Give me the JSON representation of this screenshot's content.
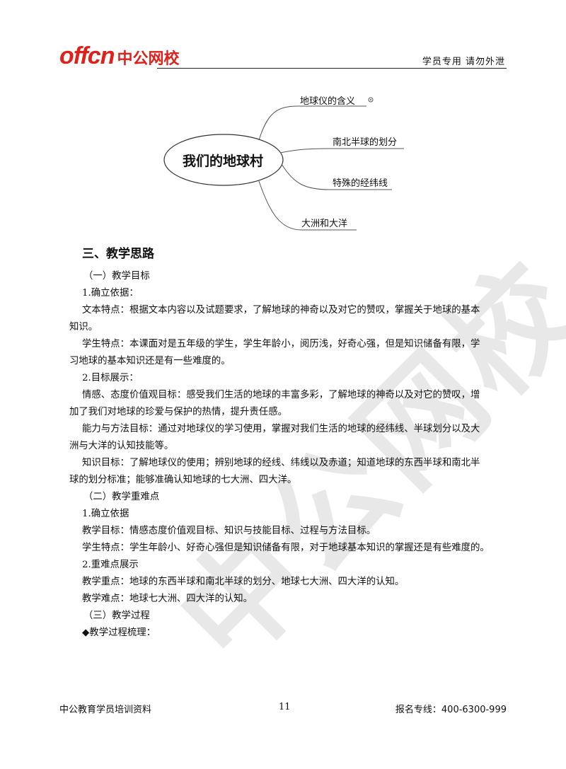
{
  "header": {
    "logo_en": "offcn",
    "logo_cn": "中公网校",
    "right_text": "学员专用  请勿外泄"
  },
  "mindmap": {
    "center": "我们的地球村",
    "branches": [
      "地球仪的含义",
      "南北半球的划分",
      "特殊的经纬线",
      "大洲和大洋"
    ]
  },
  "section": {
    "title": "三、教学思路",
    "part1": {
      "heading": "（一）教学目标",
      "basis_heading": "1.确立依据：",
      "text_features_1": "文本特点：根据文本内容以及试题要求，了解地球的神奇以及对它的赞叹，掌握关于地球的基本",
      "text_features_2": "知识。",
      "student_features_1": "学生特点：本课面对是五年级的学生，学生年龄小，阅历浅，好奇心强，但是知识储备有限，学",
      "student_features_2": "习地球的基本知识还是有一些难度的。",
      "goals_heading": "2.目标展示：",
      "emotion_1": "情感、态度价值观目标：感受我们生活的地球的丰富多彩，了解地球的神奇以及对它的赞叹，增",
      "emotion_2": "加了我们对地球的珍爱与保护的热情，提升责任感。",
      "ability_1": "能力与方法目标：通过对地球仪的学习使用，掌握对我们生活的地球的经纬线、半球划分以及大",
      "ability_2": "洲与大洋的认知技能等。",
      "knowledge_1": "知识目标：了解地球仪的使用；辨别地球的经线、纬线以及赤道；知道地球的东西半球和南北半",
      "knowledge_2": "球的划分标准；能够准确认知地球的七大洲、四大洋。"
    },
    "part2": {
      "heading": "（二）教学重难点",
      "basis_heading": "1.确立依据",
      "teaching_goals": "教学目标：情感态度价值观目标、知识与技能目标、过程与方法目标。",
      "student_features": "学生特点：学生年龄小、好奇心强但是知识储备有限，对于地球基本知识的掌握还是有些难度的。",
      "show_heading": "2.重难点展示",
      "key_point": "教学重点：地球的东西半球和南北半球的划分、地球七大洲、四大洋的认知。",
      "difficult_point": "教学难点：地球七大洲、四大洋的认知。"
    },
    "part3": {
      "heading": "（三）教学过程",
      "outline": "◆教学过程梳理："
    }
  },
  "watermark": "中公网校",
  "footer": {
    "left": "中公教育学员培训资料",
    "page": "11",
    "right": "报名专线：400-6300-999"
  }
}
